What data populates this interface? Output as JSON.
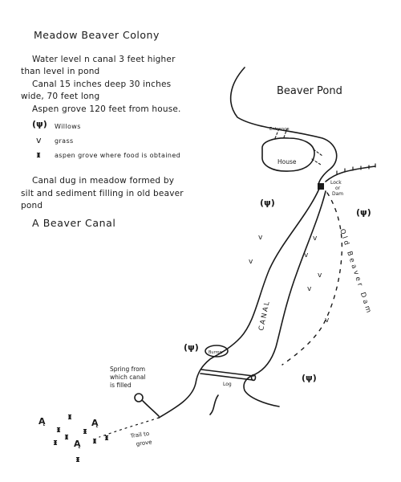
{
  "notes": {
    "title": "Meadow Beaver Colony",
    "line1a": "Water level  n canal 3 feet higher",
    "line1b": "than level in pond",
    "line2a": "Canal 15 inches deep  30 inches",
    "line2b": "wide, 70 feet long",
    "line3": "Aspen grove 120 feet from house.",
    "line4a": "Canal dug in meadow formed by",
    "line4b": "silt and sediment filling in old beaver",
    "line4c": "pond",
    "subtitle": "A Beaver Canal"
  },
  "legend": {
    "willows": "Willows",
    "grass": "grass",
    "aspen": "aspen grove where food is obtained",
    "willow_symbol": "(ψ)",
    "grass_symbol": "v",
    "aspen_symbol": "ᵻ"
  },
  "map": {
    "pond": "Beaver Pond",
    "entrance": "Entrance",
    "house": "House",
    "lock1": "Lock",
    "lock2": "or",
    "lock3": "Dam",
    "old_dam": "Old Beaver Dam",
    "canal": "CANAL",
    "burrow": "Burrow",
    "log": "Log",
    "spring1": "Spring from",
    "spring2": "which canal",
    "spring3": "is filled",
    "trail1": "Trail to",
    "trail2": "grove"
  }
}
